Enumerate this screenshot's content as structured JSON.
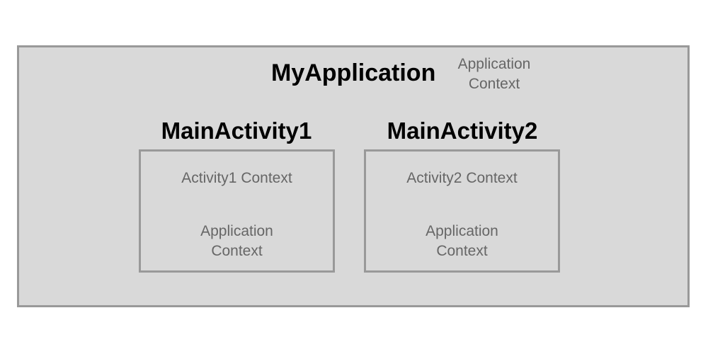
{
  "application": {
    "title": "MyApplication",
    "context_line1": "Application",
    "context_line2": "Context"
  },
  "activities": [
    {
      "title": "MainActivity1",
      "activity_context": "Activity1 Context",
      "app_context_line1": "Application",
      "app_context_line2": "Context"
    },
    {
      "title": "MainActivity2",
      "activity_context": "Activity2 Context",
      "app_context_line1": "Application",
      "app_context_line2": "Context"
    }
  ],
  "colors": {
    "box_fill": "#d9d9d9",
    "box_border": "#999999",
    "title_text": "#000000",
    "context_text": "#666666"
  }
}
